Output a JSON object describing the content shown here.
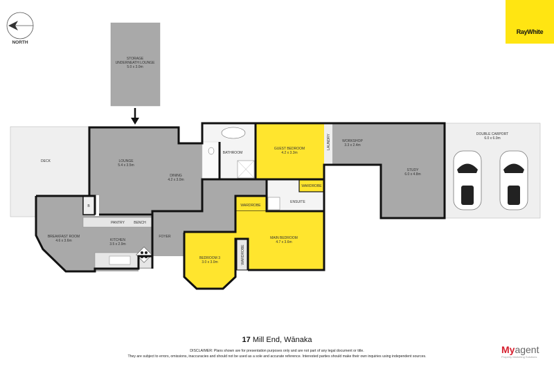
{
  "compass": {
    "label": "NORTH",
    "icon": "north-arrow-icon"
  },
  "brand": {
    "agency": "RayWhite",
    "agency_color": "#ffe512",
    "marketer": {
      "prefix": "My",
      "suffix": "agent",
      "tagline": "Property Marketing Solutions",
      "color": "#d6202f"
    }
  },
  "colors": {
    "bedroom": "#ffe52e",
    "living": "#a9a9a9",
    "outdoor": "#efefef"
  },
  "rooms": {
    "storage": {
      "name": "STORAGE",
      "name2": "UNDERNEATH LOUNGE",
      "size": "5.0 x 3.0m"
    },
    "deck": {
      "name": "DECK"
    },
    "lounge": {
      "name": "LOUNGE",
      "size": "5.4 x 3.5m"
    },
    "dining": {
      "name": "DINING",
      "size": "4.2 x 3.0m"
    },
    "bathroom": {
      "name": "BATHROOM"
    },
    "guest_bedroom": {
      "name": "GUEST BEDROOM",
      "size": "4.2 x 3.3m"
    },
    "laundry": {
      "name": "LAUNDRY"
    },
    "workshop": {
      "name": "WORKSHOP",
      "size": "3.3 x 2.4m"
    },
    "study": {
      "name": "STUDY",
      "size": "6.0 x 4.8m"
    },
    "carport": {
      "name": "DOUBLE CARPORT",
      "size": "6.0 x 6.0m"
    },
    "b": {
      "name": "B"
    },
    "pantry": {
      "name": "PANTRY"
    },
    "bench": {
      "name": "BENCH"
    },
    "breakfast": {
      "name": "BREAKFAST ROOM",
      "size": "4.6 x 3.6m"
    },
    "kitchen": {
      "name": "KITCHEN",
      "size": "3.5 x 2.9m"
    },
    "foyer": {
      "name": "FOYER"
    },
    "wardrobe_guest": {
      "name": "WARDROBE"
    },
    "wardrobe_main": {
      "name": "WARDROBE"
    },
    "wardrobe_bed3": {
      "name": "WARDROBE"
    },
    "ensuite": {
      "name": "ENSUITE"
    },
    "main_bedroom": {
      "name": "MAIN BEDROOM",
      "size": "4.7 x 3.6m"
    },
    "bedroom3": {
      "name": "BEDROOM 3",
      "size": "3.0 x 3.0m"
    }
  },
  "footer": {
    "address_number": "17",
    "address_rest": "Mill End, Wānaka",
    "disclaimer_1": "DISCLAIMER: Plans shown are for presentation purposes only and are not part of any legal document or title.",
    "disclaimer_2": "They are subject to errors, omissions, inaccuracies and should not be used as a sole and accurate reference. Interested parties should make their own inquiries using independent sources."
  }
}
